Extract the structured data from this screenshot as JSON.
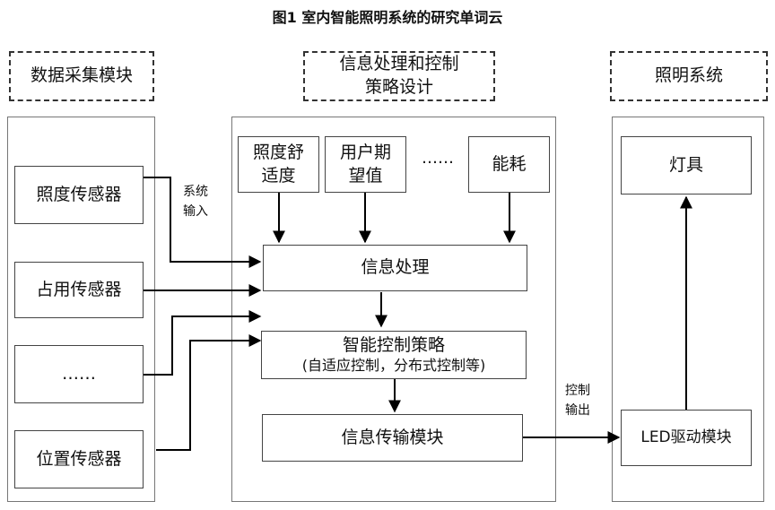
{
  "title": "图1  室内智能照明系统的研究单词云",
  "headers": {
    "data": "数据采集模块",
    "processing_line1": "信息处理和控制",
    "processing_line2": "策略设计",
    "lighting": "照明系统"
  },
  "sensors": [
    "照度传感器",
    "占用传感器",
    "……",
    "位置传感器"
  ],
  "inputs": {
    "comfort_line1": "照度舒",
    "comfort_line2": "适度",
    "user_line1": "用户期",
    "user_line2": "望值",
    "ellipsis": "……",
    "energy": "能耗"
  },
  "processing": {
    "info": "信息处理",
    "strategy_line1": "智能控制策略",
    "strategy_line2": "(自适应控制，分布式控制等)",
    "transfer": "信息传输模块"
  },
  "lighting": {
    "fixture": "灯具",
    "driver": "LED驱动模块"
  },
  "labels": {
    "sys_in_1": "系统",
    "sys_in_2": "输入",
    "ctrl_out_1": "控制",
    "ctrl_out_2": "输出"
  }
}
